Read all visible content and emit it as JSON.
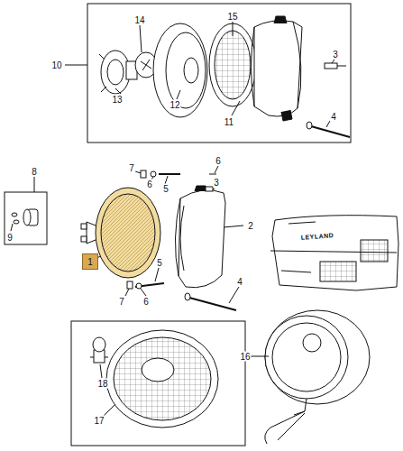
{
  "diagram": {
    "nodes": [
      {
        "text": [
          "1"
        ]
      }
    ],
    "labels": [
      "14",
      "15",
      "3",
      "10",
      "13",
      "12",
      "11",
      "4",
      "8",
      "7",
      "6",
      "6",
      "5",
      "3",
      "2",
      "9",
      "5",
      "7",
      "6",
      "4",
      "LEYLAND",
      "16",
      "18",
      "17"
    ]
  }
}
